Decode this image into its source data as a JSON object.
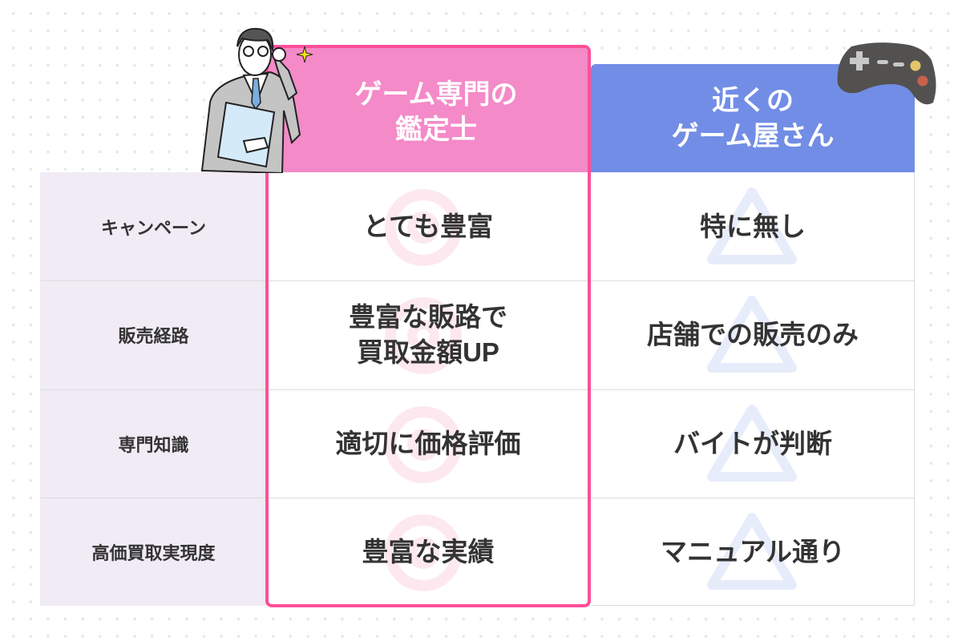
{
  "columns": {
    "expert": {
      "title_line1": "ゲーム専門の",
      "title_line2": "鑑定士",
      "color": "#f48ac8",
      "border": "#ff4f98"
    },
    "local": {
      "title_line1": "近くの",
      "title_line2": "ゲーム屋さん",
      "color": "#728de6"
    }
  },
  "rows": [
    {
      "label": "キャンペーン",
      "expert": [
        "とても豊富"
      ],
      "local": "特に無し"
    },
    {
      "label": "販売経路",
      "expert": [
        "豊富な販路で",
        "買取金額UP"
      ],
      "local": "店舗での販売のみ"
    },
    {
      "label": "専門知識",
      "expert": [
        "適切に価格評価"
      ],
      "local": "バイトが判断"
    },
    {
      "label": "高価買取実現度",
      "expert": [
        "豊富な実績"
      ],
      "local": "マニュアル通り"
    }
  ],
  "marks": {
    "expert": "double-circle",
    "local": "triangle"
  }
}
